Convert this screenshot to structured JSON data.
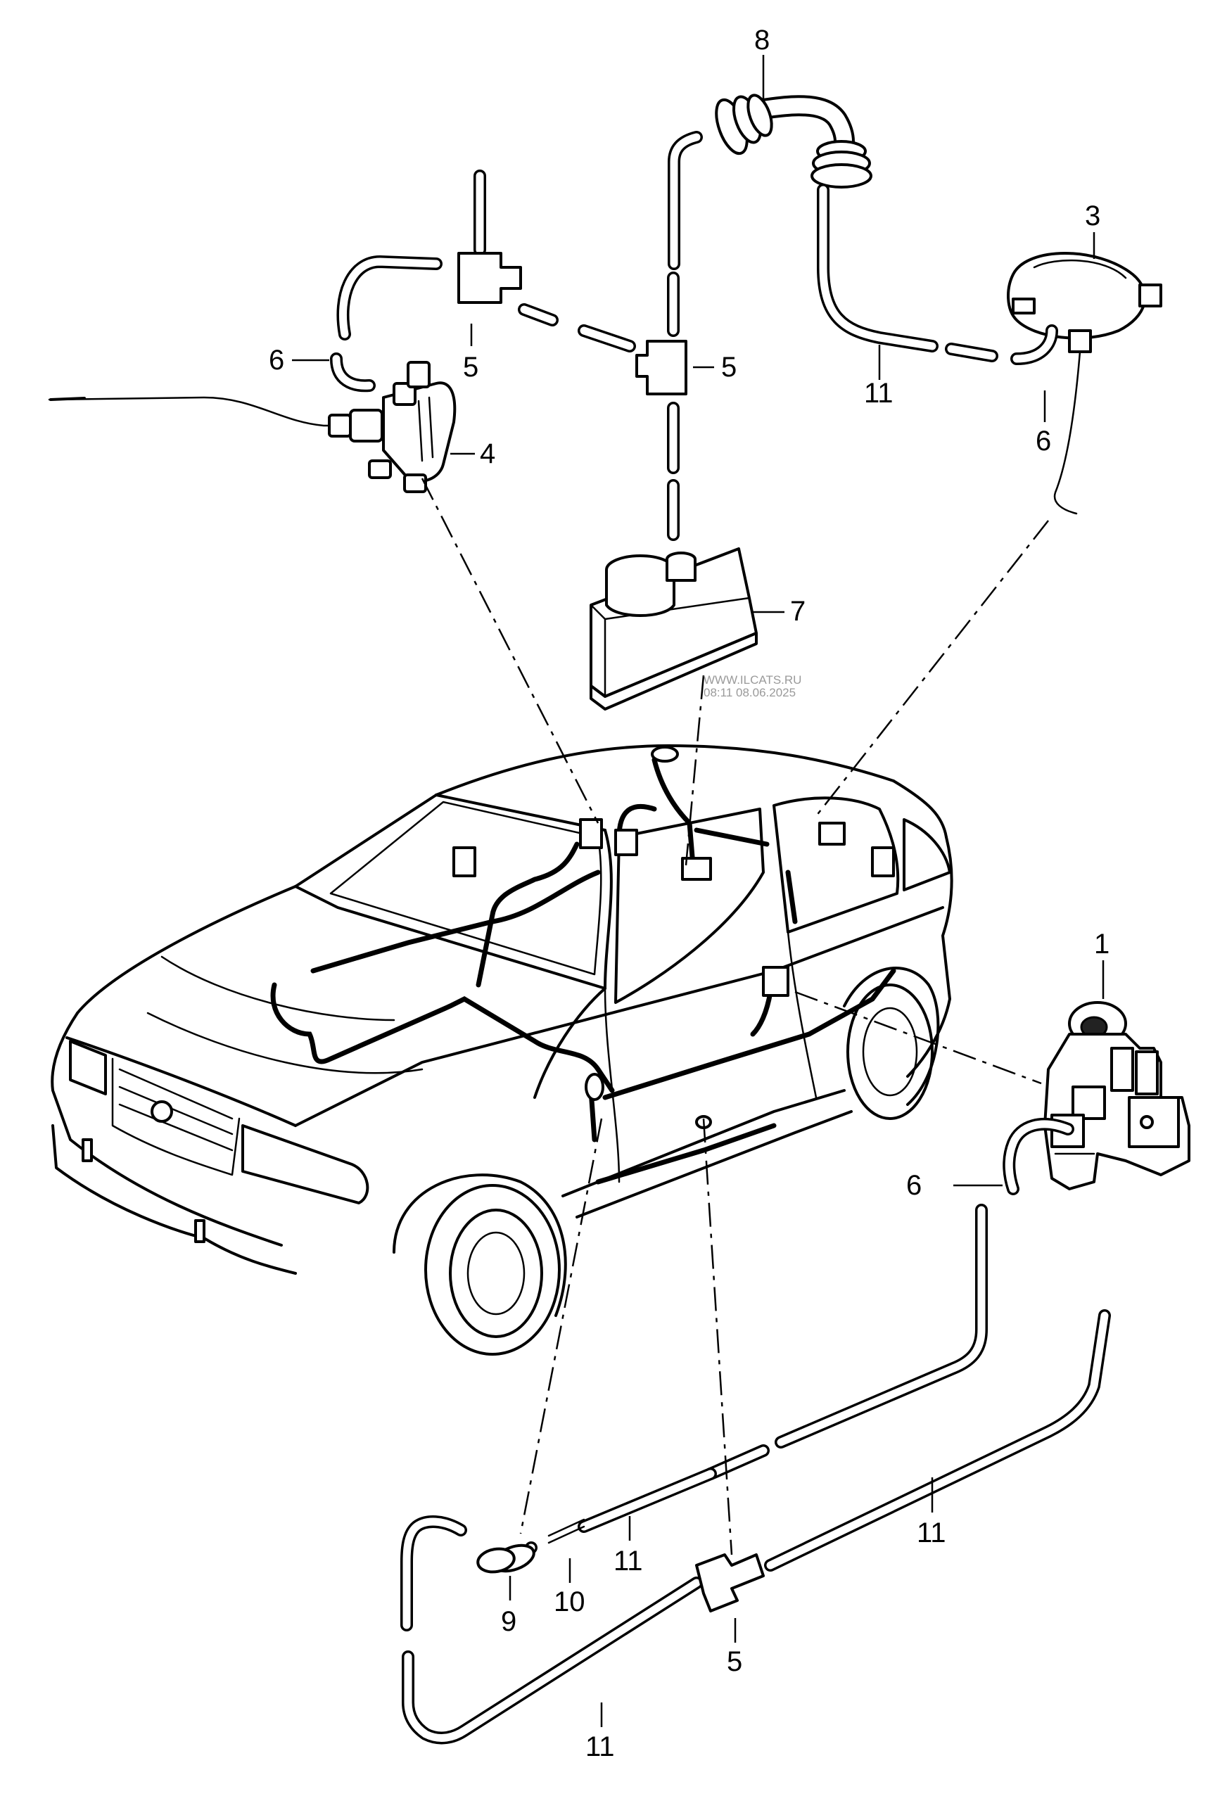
{
  "watermark": {
    "line1": "WWW.ILCATS.RU",
    "line2": "08:11 08.06.2025"
  },
  "callouts": [
    {
      "id": "callout-8-top",
      "label": "8"
    },
    {
      "id": "callout-3",
      "label": "3"
    },
    {
      "id": "callout-6-left",
      "label": "6"
    },
    {
      "id": "callout-5-upper-left",
      "label": "5"
    },
    {
      "id": "callout-5-upper-mid",
      "label": "5"
    },
    {
      "id": "callout-4",
      "label": "4"
    },
    {
      "id": "callout-11-upper",
      "label": "11"
    },
    {
      "id": "callout-6-upper-right",
      "label": "6"
    },
    {
      "id": "callout-7",
      "label": "7"
    },
    {
      "id": "callout-1",
      "label": "1"
    },
    {
      "id": "callout-6-lower-right",
      "label": "6"
    },
    {
      "id": "callout-11-mid-right",
      "label": "11"
    },
    {
      "id": "callout-11-mid",
      "label": "11"
    },
    {
      "id": "callout-10",
      "label": "10"
    },
    {
      "id": "callout-9",
      "label": "9"
    },
    {
      "id": "callout-5-lower",
      "label": "5"
    },
    {
      "id": "callout-11-bottom",
      "label": "11"
    }
  ],
  "colors": {
    "line": "#000000",
    "background": "#ffffff",
    "watermark": "#9a9a9a"
  }
}
